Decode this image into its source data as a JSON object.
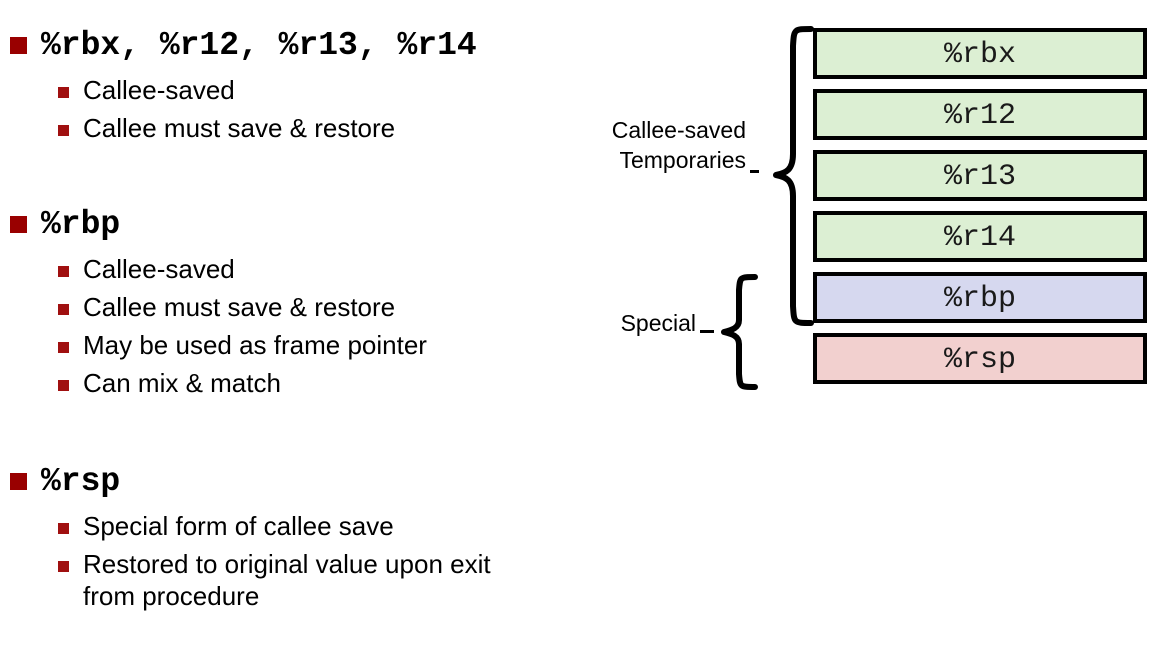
{
  "slide": {
    "bullets": [
      {
        "title": "%rbx, %r12, %r13, %r14",
        "sub": [
          "Callee-saved",
          "Callee must save & restore"
        ]
      },
      {
        "title": "%rbp",
        "sub": [
          "Callee-saved",
          "Callee must save & restore",
          "May be used as frame pointer",
          "Can mix & match"
        ]
      },
      {
        "title": "%rsp",
        "sub": [
          "Special form of callee save",
          "Restored to original value upon exit from procedure"
        ]
      }
    ]
  },
  "diagram": {
    "registers": [
      {
        "name": "%rbx",
        "color": "#dcefd3",
        "group": "callee-saved-temporaries"
      },
      {
        "name": "%r12",
        "color": "#dcefd3",
        "group": "callee-saved-temporaries"
      },
      {
        "name": "%r13",
        "color": "#dcefd3",
        "group": "callee-saved-temporaries"
      },
      {
        "name": "%r14",
        "color": "#dcefd3",
        "group": "callee-saved-temporaries"
      },
      {
        "name": "%rbp",
        "color": "#d6d8ef",
        "group": "special"
      },
      {
        "name": "%rsp",
        "color": "#f2d0cf",
        "group": "special"
      }
    ],
    "group_labels": {
      "callee_saved": "Callee-saved\nTemporaries",
      "callee_saved_line1": "Callee-saved",
      "callee_saved_line2": "Temporaries",
      "special": "Special"
    }
  },
  "colors": {
    "bullet_marker": "#990000",
    "sub_bullet_marker": "#a01010",
    "green": "#dcefd3",
    "lavender": "#d6d8ef",
    "pink": "#f2d0cf",
    "outline": "#000000"
  }
}
